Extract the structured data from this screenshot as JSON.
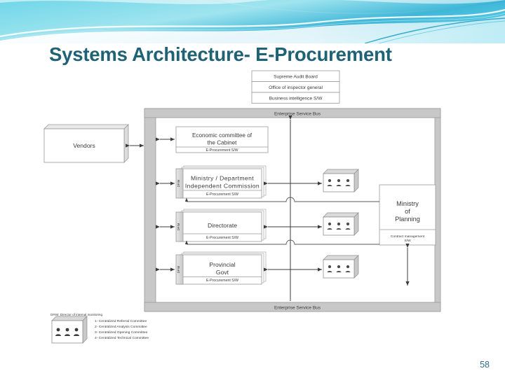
{
  "slide": {
    "title": "Systems Architecture- E-Procurement",
    "page_number": "58",
    "title_color": "#1F6275",
    "banner_color": "#4FC9E0",
    "banner_color_dark": "#27A8C8"
  },
  "diagram": {
    "oversight_stack": [
      "Supreme Audit Board",
      "Office of inspector general",
      "Business intelligence S/W"
    ],
    "bus_top_label": "Enterprise Service Bus",
    "bus_bottom_label": "Enterprise Service Bus",
    "vendors_label": "Vendors",
    "software_footer": "E-Procurement S/W",
    "side_strip_label": "DFIM",
    "entities": [
      {
        "name": "Economic committee of\nthe Cabinet",
        "line1": "Economic committee of",
        "line2": "the Cabinet",
        "footer": "E-Procurement S/W",
        "stacked": false,
        "strip": false
      },
      {
        "name": "Ministry / Department Independent Commission",
        "line1": "Ministry / Department",
        "line2": "Independent Commission",
        "footer": "E-Procurement S/W",
        "stacked": true,
        "strip": true
      },
      {
        "name": "Directorate",
        "line1": "Directorate",
        "line2": "",
        "footer": "E-Procurement S/W",
        "stacked": true,
        "strip": true
      },
      {
        "name": "Provincial Govt",
        "line1": "Provincial",
        "line2": "Govt",
        "footer": "E-Procurement S/W",
        "stacked": true,
        "strip": true
      }
    ],
    "planning": {
      "line1": "Ministry",
      "line2": "of",
      "line3": "Planning",
      "footer_line1": "Contract management",
      "footer_line2": "S/W"
    },
    "committee_icon_name": "committee-stack-icon",
    "committee_icon_count": 3
  },
  "legend": {
    "abbrev_note": "DFIM: Director of internal monitoring",
    "items": [
      "1- Centralized Referral Committee",
      "2- Centralized Analysis Committee",
      "3- Centralized Opening Committee",
      "4- Centralized Technical Committee"
    ]
  }
}
